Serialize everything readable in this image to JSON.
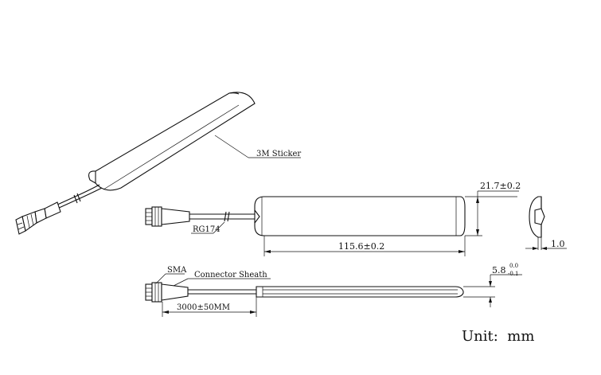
{
  "labels": {
    "sticker": "3M Sticker",
    "cable": "RG174",
    "length": "115.6±0.2",
    "width": "21.7±0.2",
    "thickness": "1.0",
    "height_main": "5.8",
    "height_tol_upper": "0.0",
    "height_tol_lower": "-0.1",
    "connector": "SMA",
    "sheath": "Connector Sheath",
    "cable_length": "3000±50MM",
    "unit": "Unit:  mm"
  }
}
